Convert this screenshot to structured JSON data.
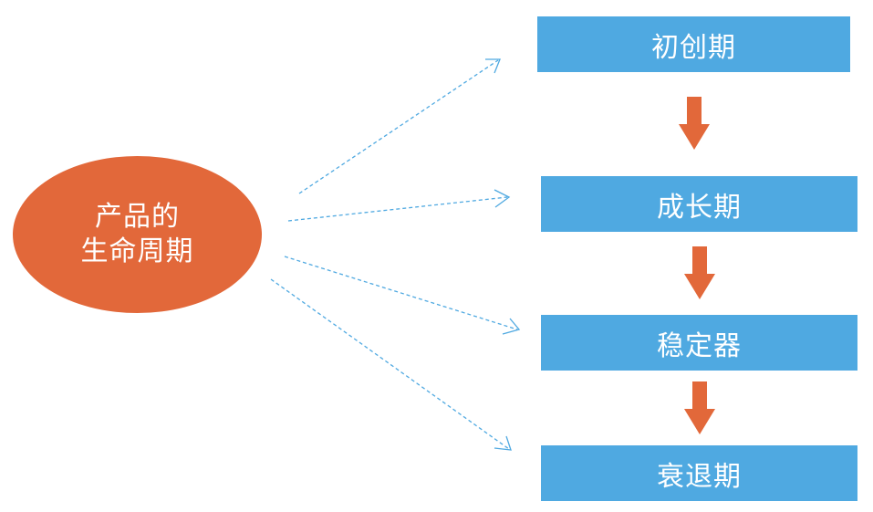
{
  "center": {
    "line1": "产品的",
    "line2": "生命周期"
  },
  "stages": [
    {
      "label": "初创期"
    },
    {
      "label": "成长期"
    },
    {
      "label": "稳定器"
    },
    {
      "label": "衰退期"
    }
  ],
  "colors": {
    "ellipse": "#E2683A",
    "box": "#4FA9E1",
    "arrow": "#E2683A",
    "connector": "#4FA9E1"
  }
}
